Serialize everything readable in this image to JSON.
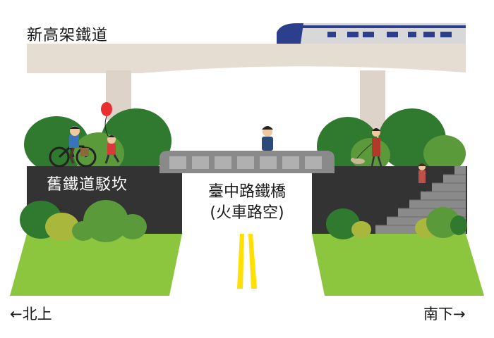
{
  "labels": {
    "new_elevated_railway": "新高架鐵道",
    "old_railway_embankment": "舊鐵道駁坎",
    "bridge_name": "臺中路鐵橋",
    "bridge_note": "(火車路空)",
    "north": "←北上",
    "south": "南下→"
  },
  "colors": {
    "viaduct": "#e5dcd2",
    "embankment": "#333333",
    "bridge": "#8a8a8a",
    "lawn": "#8cc63f",
    "road_line": "#ffe000",
    "tree_dark": "#2f7a2f",
    "tree_mid": "#5a9a3a",
    "tree_light": "#a9b83c",
    "train_body": "#d8d8d8",
    "train_nose": "#2b3f8c"
  }
}
